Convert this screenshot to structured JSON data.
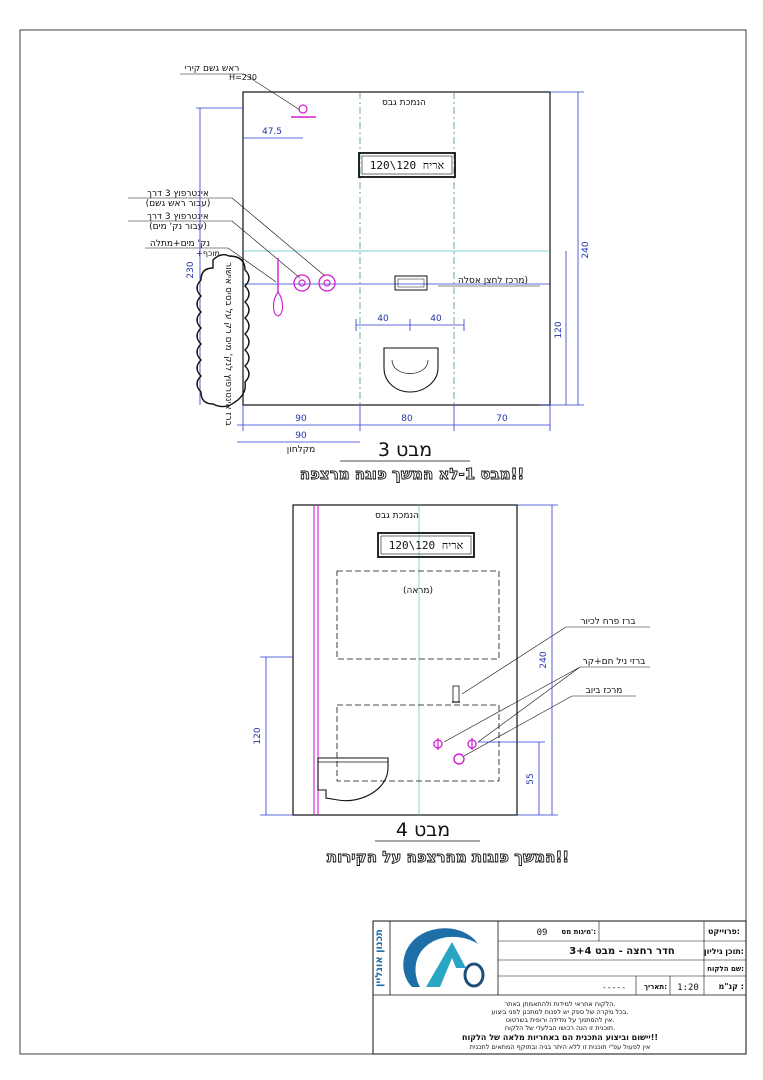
{
  "view3": {
    "title": "מבט 3",
    "subtitle": "מבט 1-לא המשך פוגה מרצפה!!",
    "top_label": "הנמכת גבס",
    "tile": "אריח 120\\120",
    "rain_head": "ראש גשם קירי",
    "rain_head_h": "H=230",
    "dim_475": "47.5",
    "interflow1_a": "אינטרפוץ 3 דרך",
    "interflow1_b": "(עבור ראש גשם)",
    "interflow2_a": "אינטרפוץ 3 דרך",
    "interflow2_b": "(עבור נק' מים)",
    "water_point_a": "נק' מים+מתלה",
    "water_point_b": "+מוכף",
    "flush_center": "מרכז לחצן אסלה)",
    "dim_40a": "40",
    "dim_40b": "40",
    "dim_230": "230",
    "dim_240": "240",
    "dim_120": "120",
    "dim_90a": "90",
    "dim_80": "80",
    "dim_70": "70",
    "dim_90b": "90",
    "shower_label": "מקלחון",
    "cloud_note": "ברז אינטרפוץ לנק' מים רק על בסיס אישור"
  },
  "view4": {
    "title": "מבט 4",
    "subtitle": "המשך פוגות מהרצפה על הקירות!!",
    "top_label": "הנמכת גבס",
    "tile": "אריח 120\\120",
    "mirror": "(מראה)",
    "tap_label": "ברז פרח לכיור",
    "angle_label": "ברזי ניל חם+קר",
    "drain_label": "מרכז ביוב",
    "dim_240": "240",
    "dim_120": "120",
    "dim_55": "55"
  },
  "title_block": {
    "vertical_company": "תכנון אונליין",
    "project_label": "פרוייקט:",
    "sheet_no_label": "מיגות מס':",
    "sheet_no": "09",
    "drawing_label": "תוכן גיליון:",
    "drawing_value": "חדר רחצה - מבט 3+4",
    "client_label": "שם הלקוח:",
    "scale_label": "קנ\"מ :",
    "scale_value": "1:20",
    "date_label": "תאריך:",
    "date_value": "-----",
    "note1": "הלקוח אחראי למידות ולהתאמתן באתר.",
    "note2": "בכל מקרה של ספק יש לפנות למתכנן לפני ביצוע.",
    "note3": "אין להסתמך על מדידה ורופית בשרטוט.",
    "note4": "תוכנית זו הנה רכושו הבלעדי של הלקוח.",
    "note_bold": "יישום וביצוע התכנית הם באחריות מלאה של הלקוח!!",
    "note_last": "אין לפעול עפ\"י תוכנית זו ללא היתר בניה ובתוקף המתאים לתכנית"
  },
  "colors": {
    "magenta": "#d01ccf",
    "dimension_blue": "#2a3ad0",
    "centerline_green": "#2e8b57",
    "guide_cyan": "#55c2c2",
    "logo_blue": "#1e6fa8",
    "logo_teal": "#29a6c4"
  }
}
